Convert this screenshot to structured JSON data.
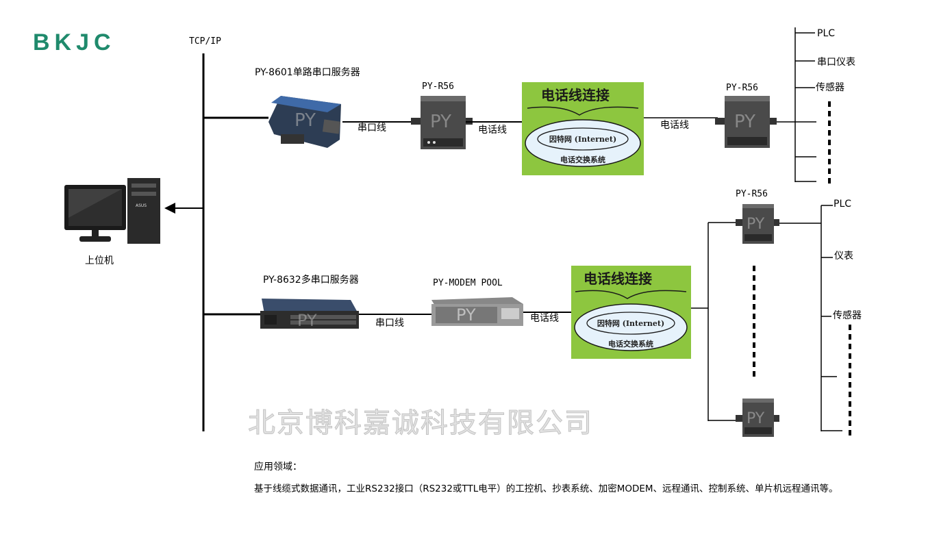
{
  "logo": "BKJC",
  "network_label": "TCP/IP",
  "host_pc": {
    "label": "上位机",
    "monitor_brand": "ASUS"
  },
  "top_route": {
    "server_label": "PY-8601单路串口服务器",
    "serial_cable": "串口线",
    "modem_left_label": "PY-R56",
    "phone_line_left": "电话线",
    "cloud": {
      "title": "电话线连接",
      "internet": "因特网 (Internet)",
      "exchange": "电话交换系统"
    },
    "phone_line_right": "电话线",
    "modem_right_label": "PY-R56",
    "devices": [
      "PLC",
      "串口仪表",
      "传感器"
    ]
  },
  "bottom_route": {
    "server_label": "PY-8632多串口服务器",
    "serial_cable": "串口线",
    "pool_label": "PY-MODEM POOL",
    "phone_line": "电话线",
    "cloud": {
      "title": "电话线连接",
      "internet": "因特网 (Internet)",
      "exchange": "电话交换系统"
    },
    "modem_top_label": "PY-R56",
    "devices": [
      "PLC",
      "仪表",
      "传感器"
    ]
  },
  "device_watermark": "PY",
  "company_watermark": "北京博科嘉诚科技有限公司",
  "application": {
    "title": "应用领域：",
    "description": "基于线缆式数据通讯，工业RS232接口（RS232或TTL电平）的工控机、抄表系统、加密MODEM、远程通讯、控制系统、单片机远程通讯等。"
  },
  "colors": {
    "logo": "#1f8a6c",
    "cloud_green": "#8dc63f",
    "oval_fill": "#e6f2fb",
    "device_body": "#4a4a4a"
  }
}
